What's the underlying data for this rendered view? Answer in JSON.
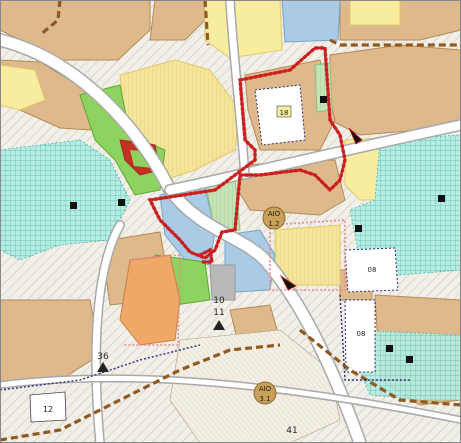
{
  "map": {
    "colors": {
      "base_white": "#f4f3ef",
      "hatch_background": "#f1efe8",
      "hatch_line": "#c9c5b8",
      "residential_fill": "#ddb98c",
      "residential_stroke": "#b48a55",
      "yellow_fill": "#f8ec9e",
      "yellow_hatch_fill": "#f5e59a",
      "green_fill": "#8ed35f",
      "light_green_fill": "#c6e3b8",
      "cyan_grid_fill": "#b6ece3",
      "cyan_grid_line": "#4cb8a8",
      "blue_fill": "#a9cbe6",
      "orange_fill": "#f0a868",
      "grey_fill": "#b9b9b9",
      "red_outline": "#cc1f1f",
      "brown_dashed": "#8e5a21",
      "navy_dotted": "#2a2c78",
      "road_fill": "#ffffff",
      "road_edge": "#a9a9a9",
      "marker_black": "#111111",
      "badge_fill": "#c7a05a",
      "badge_text": "#ffffff"
    },
    "badges": [
      {
        "code": "AIO",
        "value": "1.2"
      },
      {
        "code": "AIO",
        "value": "3.1"
      }
    ],
    "labels": {
      "parcel_10": "10",
      "parcel_11": "11",
      "parcel_36": "36",
      "parcel_41": "41",
      "parcel_12": "12",
      "parcel_08a": "08",
      "parcel_08b": "08",
      "parcel_18": "18"
    },
    "icons": [
      "hatch-pattern-icon",
      "grid-pattern-icon",
      "square-marker-icon",
      "triangle-marker-icon",
      "wedge-marker-icon"
    ]
  }
}
